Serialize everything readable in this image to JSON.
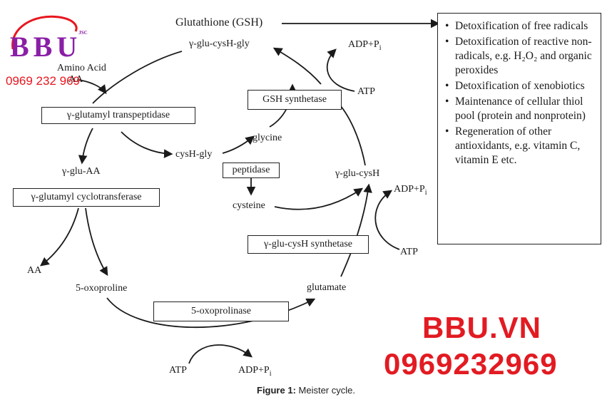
{
  "cycle": {
    "glutathione": "Glutathione (GSH)",
    "gsh_node": "γ-glu-cysH-gly",
    "amino_acid": "Amino Acid",
    "amino_acid_abbr": "AA",
    "ggt_enzyme": "γ-glutamyl transpeptidase",
    "cysgly": "cysH-gly",
    "gluaa": "γ-glu-AA",
    "cyclotransferase": "γ-glutamyl cyclotransferase",
    "aa_out": "AA",
    "oxoproline": "5-oxoproline",
    "oxoprolinase": "5-oxoprolinase",
    "atp_bottom": "ATP",
    "adp_bottom": "ADP+P",
    "glutamate": "glutamate",
    "glucys_synthetase": "γ-glu-cysH synthetase",
    "atp_right": "ATP",
    "adp_right": "ADP+P",
    "glucys": "γ-glu-cysH",
    "gsh_synthetase": "GSH synthetase",
    "atp_top": "ATP",
    "adp_top": "ADP+P",
    "glycine": "glycine",
    "peptidase": "peptidase",
    "cysteine": "cysteine",
    "pi_sub": "i"
  },
  "functions": {
    "items": [
      "Detoxification of free radicals",
      "Detoxification of reactive non-radicals, e.g. H₂O₂ and organic peroxides",
      "Detoxification of xenobiotics",
      "Maintenance of cellular thiol pool (protein and nonprotein)",
      "Regeneration of other antioxidants, e.g. vitamin C, vitamin E etc."
    ]
  },
  "watermark": {
    "logo_text": "BBU",
    "logo_suffix": "JSC",
    "logo_phone": "0969 232 969",
    "brand": "BBU.VN",
    "phone": "0969232969"
  },
  "caption": {
    "label": "Figure 1:",
    "text": " Meister cycle."
  },
  "colors": {
    "ink": "#1a1a1a",
    "watermark_red": "#e21b22",
    "logo_purple": "#8a1fa6"
  }
}
